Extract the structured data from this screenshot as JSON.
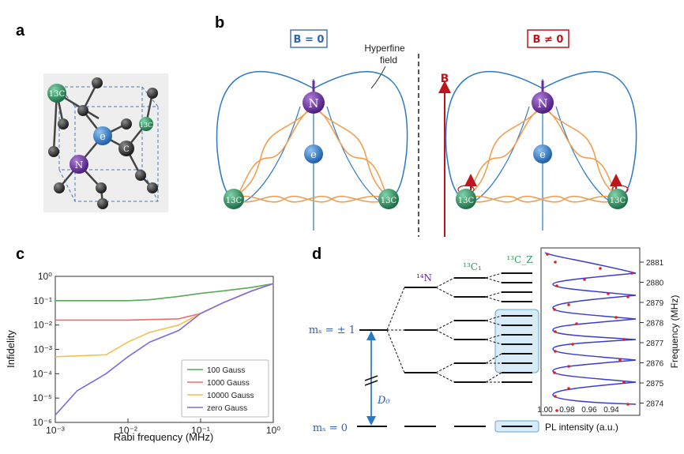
{
  "panels": {
    "a": "a",
    "b": "b",
    "c": "c",
    "d": "d"
  },
  "panel_a": {
    "atom_labels": {
      "c13_a": "13C",
      "c13_b": "13C",
      "electron": "e",
      "nitrogen": "N",
      "carbon": "C"
    }
  },
  "panel_b": {
    "left_box": "B = 0",
    "right_box": "B ≠ 0",
    "hyperfine_line1": "Hyperfine",
    "hyperfine_line2": "field",
    "field_label": "B",
    "nitrogen": "N",
    "electron": "e",
    "carbon": "13C"
  },
  "panel_c": {
    "xlabel": "Rabi frequency (MHz)",
    "ylabel": "Infidelity",
    "xticks": [
      "10⁻³",
      "10⁻²",
      "10⁻¹",
      "10⁰"
    ],
    "yticks": [
      "10⁰",
      "10⁻¹",
      "10⁻²",
      "10⁻³",
      "10⁻⁴",
      "10⁻⁵",
      "10⁻⁶"
    ],
    "legend": [
      "100 Gauss",
      "1000 Gauss",
      "10000 Gauss",
      "zero Gauss"
    ]
  },
  "panel_d": {
    "ms_pm1": "mₛ = ± 1",
    "ms_0": "mₛ = 0",
    "D0": "D₀",
    "n14": "¹⁴N",
    "c13_1": "¹³C₁",
    "c13_z": "¹³C_Z",
    "pl_label": "PL intensity (a.u.)",
    "freq_label": "Frequency (MHz)",
    "pl_ticks": [
      "1.00",
      "0.98",
      "0.96",
      "0.94"
    ],
    "freq_ticks": [
      "2881",
      "2880",
      "2879",
      "2878",
      "2877",
      "2876",
      "2875",
      "2874"
    ]
  },
  "chart_data": {
    "type": "line",
    "title": "",
    "xlabel": "Rabi frequency (MHz)",
    "ylabel": "Infidelity",
    "xscale": "log",
    "yscale": "log",
    "xlim": [
      0.001,
      1
    ],
    "ylim": [
      1e-06,
      1
    ],
    "legend_position": "bottom-right",
    "series": [
      {
        "name": "100 Gauss",
        "color": "#5aa85a",
        "x": [
          0.001,
          0.01,
          0.02,
          0.05,
          0.1,
          0.2,
          0.5,
          1
        ],
        "y": [
          0.1,
          0.1,
          0.11,
          0.15,
          0.2,
          0.25,
          0.35,
          0.5
        ]
      },
      {
        "name": "1000 Gauss",
        "color": "#ef6b6b",
        "x": [
          0.001,
          0.01,
          0.05,
          0.1,
          0.2,
          0.5,
          1
        ],
        "y": [
          0.016,
          0.016,
          0.018,
          0.03,
          0.08,
          0.25,
          0.5
        ]
      },
      {
        "name": "10000 Gauss",
        "color": "#f2c14e",
        "x": [
          0.001,
          0.005,
          0.01,
          0.02,
          0.05,
          0.1,
          0.2,
          0.5,
          1
        ],
        "y": [
          0.0005,
          0.0006,
          0.002,
          0.005,
          0.01,
          0.03,
          0.08,
          0.25,
          0.5
        ]
      },
      {
        "name": "zero Gauss",
        "color": "#7d6be0",
        "x": [
          0.001,
          0.002,
          0.005,
          0.01,
          0.02,
          0.05,
          0.1,
          0.2,
          0.5,
          1
        ],
        "y": [
          2e-06,
          2e-05,
          0.0001,
          0.0005,
          0.002,
          0.006,
          0.03,
          0.08,
          0.25,
          0.5
        ]
      }
    ]
  }
}
